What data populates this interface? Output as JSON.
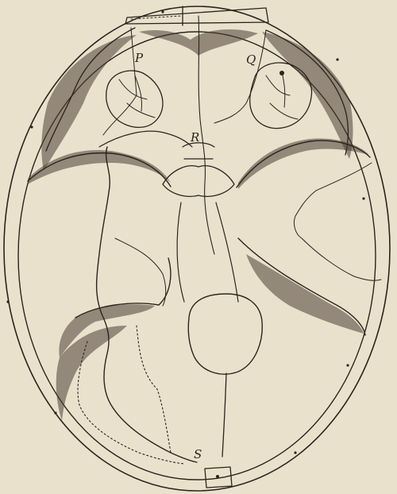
{
  "labels": {
    "p": "P",
    "q": "Q",
    "r": "R",
    "s": "S"
  },
  "colors": {
    "paper": "#eae1cd",
    "ink": "#2b241c"
  }
}
